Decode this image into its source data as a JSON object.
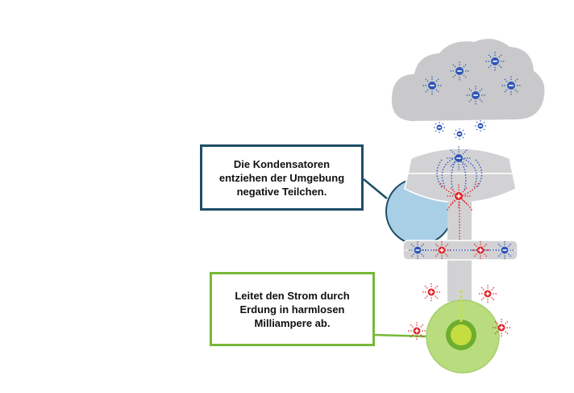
{
  "callouts": {
    "capacitors": {
      "lines": [
        "Die Kondensatoren",
        "entziehen der Umgebung",
        "negative Teilchen."
      ],
      "border_color": "#1e4e66"
    },
    "grounding": {
      "lines": [
        "Leitet den Strom durch",
        "Erdung in harmlosen",
        "Milliampere ab."
      ],
      "border_color": "#78b83a"
    }
  },
  "colors": {
    "cloud": "#c9c9cb",
    "negative_charge": "#2f56b8",
    "positive_charge": "#e0262b",
    "device": "#d2d2d4",
    "magnifier": "#a9cfe6",
    "ground": "#b9dd7e",
    "ground_dark": "#6fad2f"
  },
  "icons": {
    "negative": "minus-charge-icon",
    "positive": "plus-charge-icon"
  }
}
